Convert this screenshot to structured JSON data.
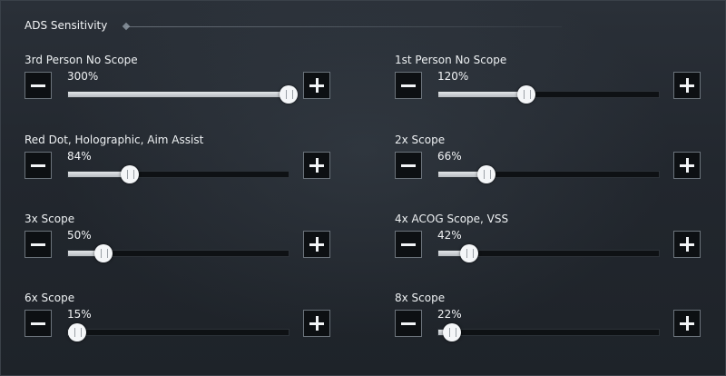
{
  "header": {
    "title": "ADS Sensitivity"
  },
  "settings": [
    {
      "label": "3rd Person No Scope",
      "value": "300%",
      "level": 1.0
    },
    {
      "label": "1st Person No Scope",
      "value": "120%",
      "level": 0.4
    },
    {
      "label": "Red Dot, Holographic, Aim Assist",
      "value": "84%",
      "level": 0.28
    },
    {
      "label": "2x Scope",
      "value": "66%",
      "level": 0.22
    },
    {
      "label": "3x Scope",
      "value": "50%",
      "level": 0.16
    },
    {
      "label": "4x ACOG Scope, VSS",
      "value": "42%",
      "level": 0.14
    },
    {
      "label": "6x Scope",
      "value": "15%",
      "level": 0.04
    },
    {
      "label": "8x Scope",
      "value": "22%",
      "level": 0.06
    }
  ],
  "icons": {
    "decrease": "minus-icon",
    "increase": "plus-icon"
  }
}
